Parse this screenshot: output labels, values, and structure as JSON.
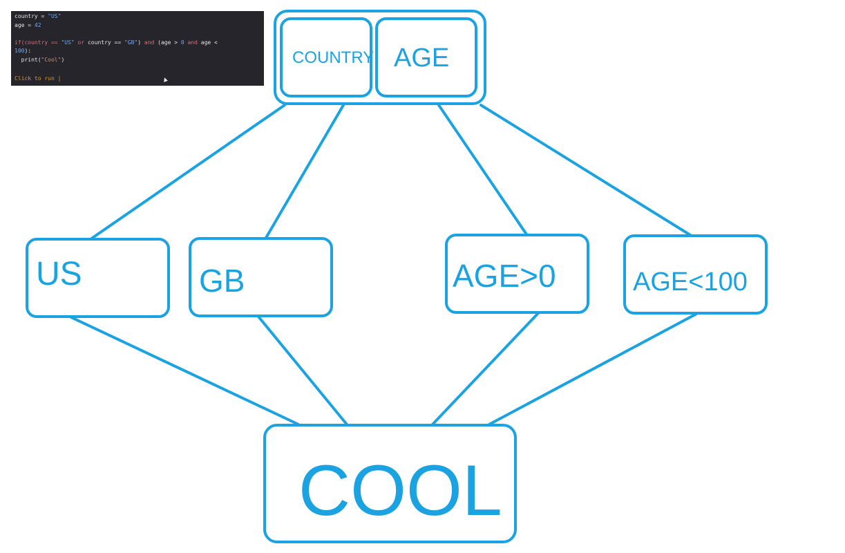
{
  "code": {
    "line1": [
      "country",
      " = ",
      "\"US\""
    ],
    "line2": [
      "age",
      " = ",
      "42"
    ],
    "line3": {
      "p1": "if(country == ",
      "s1": "\"US\"",
      "sp1": " ",
      "or": "or",
      "p2": " country == ",
      "s2": "\"GB\"",
      "p3": ") ",
      "and1": "and",
      "p4": " (age > ",
      "n1": "0",
      "sp2": " ",
      "and2": "and",
      "p5": " age <"
    },
    "line4": {
      "n2": "100",
      "p6": "):"
    },
    "line5": {
      "p7": "  print(",
      "s3": "\"Cool\"",
      "p8": ")"
    },
    "run_hint": "Click to run |"
  },
  "diagram": {
    "color": "#1aa3e0",
    "top_group": {
      "country": "COUNTRY",
      "age": "AGE"
    },
    "conditions": {
      "us": "US",
      "gb": "GB",
      "age_gt": "AGE>0",
      "age_lt": "AGE<100"
    },
    "result": "COOL"
  }
}
